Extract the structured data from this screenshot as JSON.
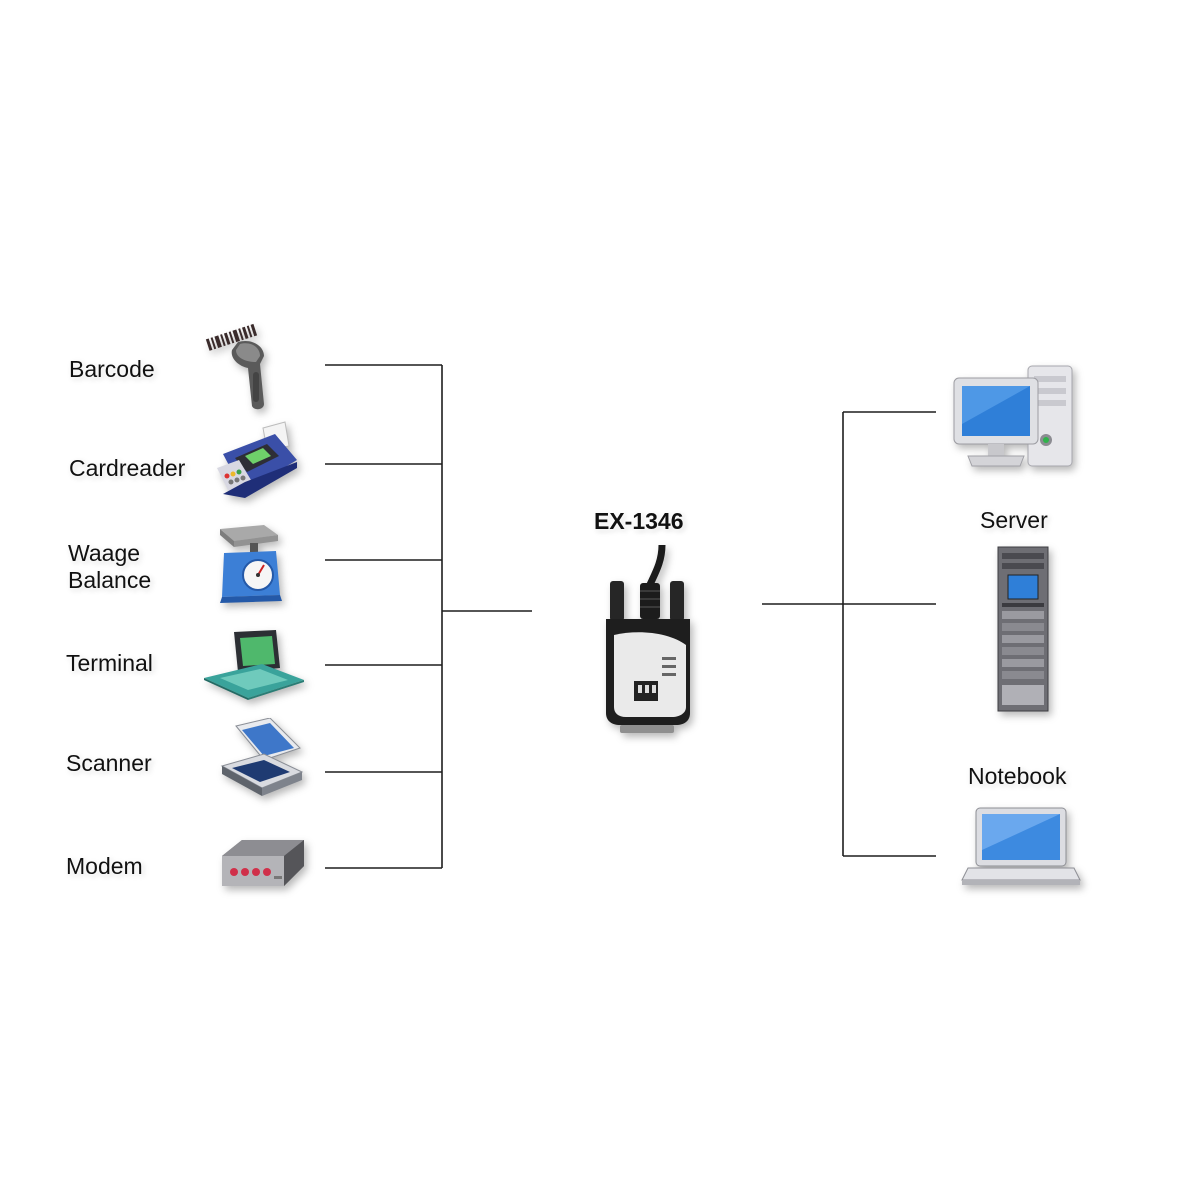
{
  "device": {
    "model": "EX-1346",
    "icon": "rs232-usb-adapter-icon"
  },
  "peripherals": [
    {
      "lines": [
        "Barcode"
      ],
      "icon": "barcode-scanner-icon"
    },
    {
      "lines": [
        "Cardreader"
      ],
      "icon": "card-terminal-icon"
    },
    {
      "lines": [
        "Waage",
        "Balance"
      ],
      "icon": "scale-icon"
    },
    {
      "lines": [
        "Terminal"
      ],
      "icon": "terminal-icon"
    },
    {
      "lines": [
        "Scanner"
      ],
      "icon": "flatbed-scanner-icon"
    },
    {
      "lines": [
        "Modem"
      ],
      "icon": "modem-icon"
    }
  ],
  "hosts": [
    {
      "label": "",
      "icon": "desktop-pc-icon"
    },
    {
      "label": "Server",
      "icon": "server-rack-icon"
    },
    {
      "label": "Notebook",
      "icon": "notebook-icon"
    }
  ],
  "colors": {
    "screen_blue": "#2f7fd8",
    "line": "#1e1e1e",
    "modem_led": "#d0304a"
  }
}
